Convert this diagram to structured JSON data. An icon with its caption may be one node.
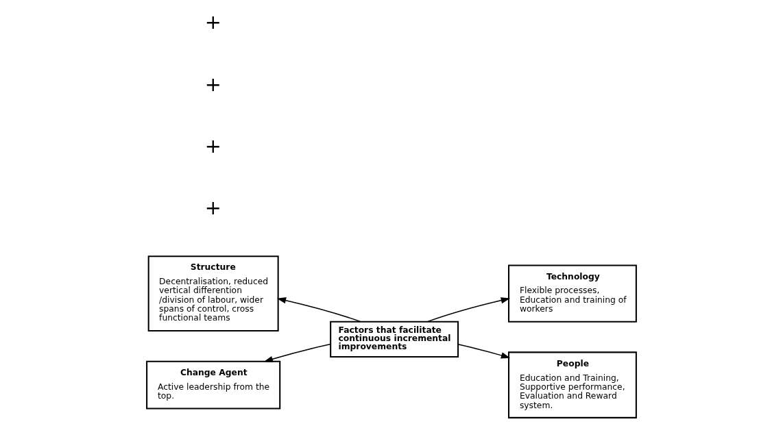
{
  "diagram": {
    "nodes": [
      {
        "text": [
          "Structure",
          "Decentralisation, reduced vertical differention /division of labour, wider spans of control, cross functional teams"
        ]
      },
      {
        "text": [
          "Technology",
          "Flexible processes, Education and training of workers"
        ]
      },
      {
        "text": [
          "Factors that facilitate continuous incremental improvements"
        ]
      },
      {
        "text": [
          "Change Agent",
          "Active leadership from the top."
        ]
      },
      {
        "text": [
          "People",
          "Education and Training, Supportive performance, Evaluation and Reward system."
        ]
      }
    ],
    "edges": [
      {
        "from": 2,
        "to": 0,
        "arrow": "to"
      },
      {
        "from": 2,
        "to": 1,
        "arrow": "to"
      },
      {
        "from": 2,
        "to": 3,
        "arrow": "to"
      },
      {
        "from": 2,
        "to": 4,
        "arrow": "to"
      }
    ],
    "labels": [
      "+",
      "+",
      "+",
      "+"
    ]
  }
}
